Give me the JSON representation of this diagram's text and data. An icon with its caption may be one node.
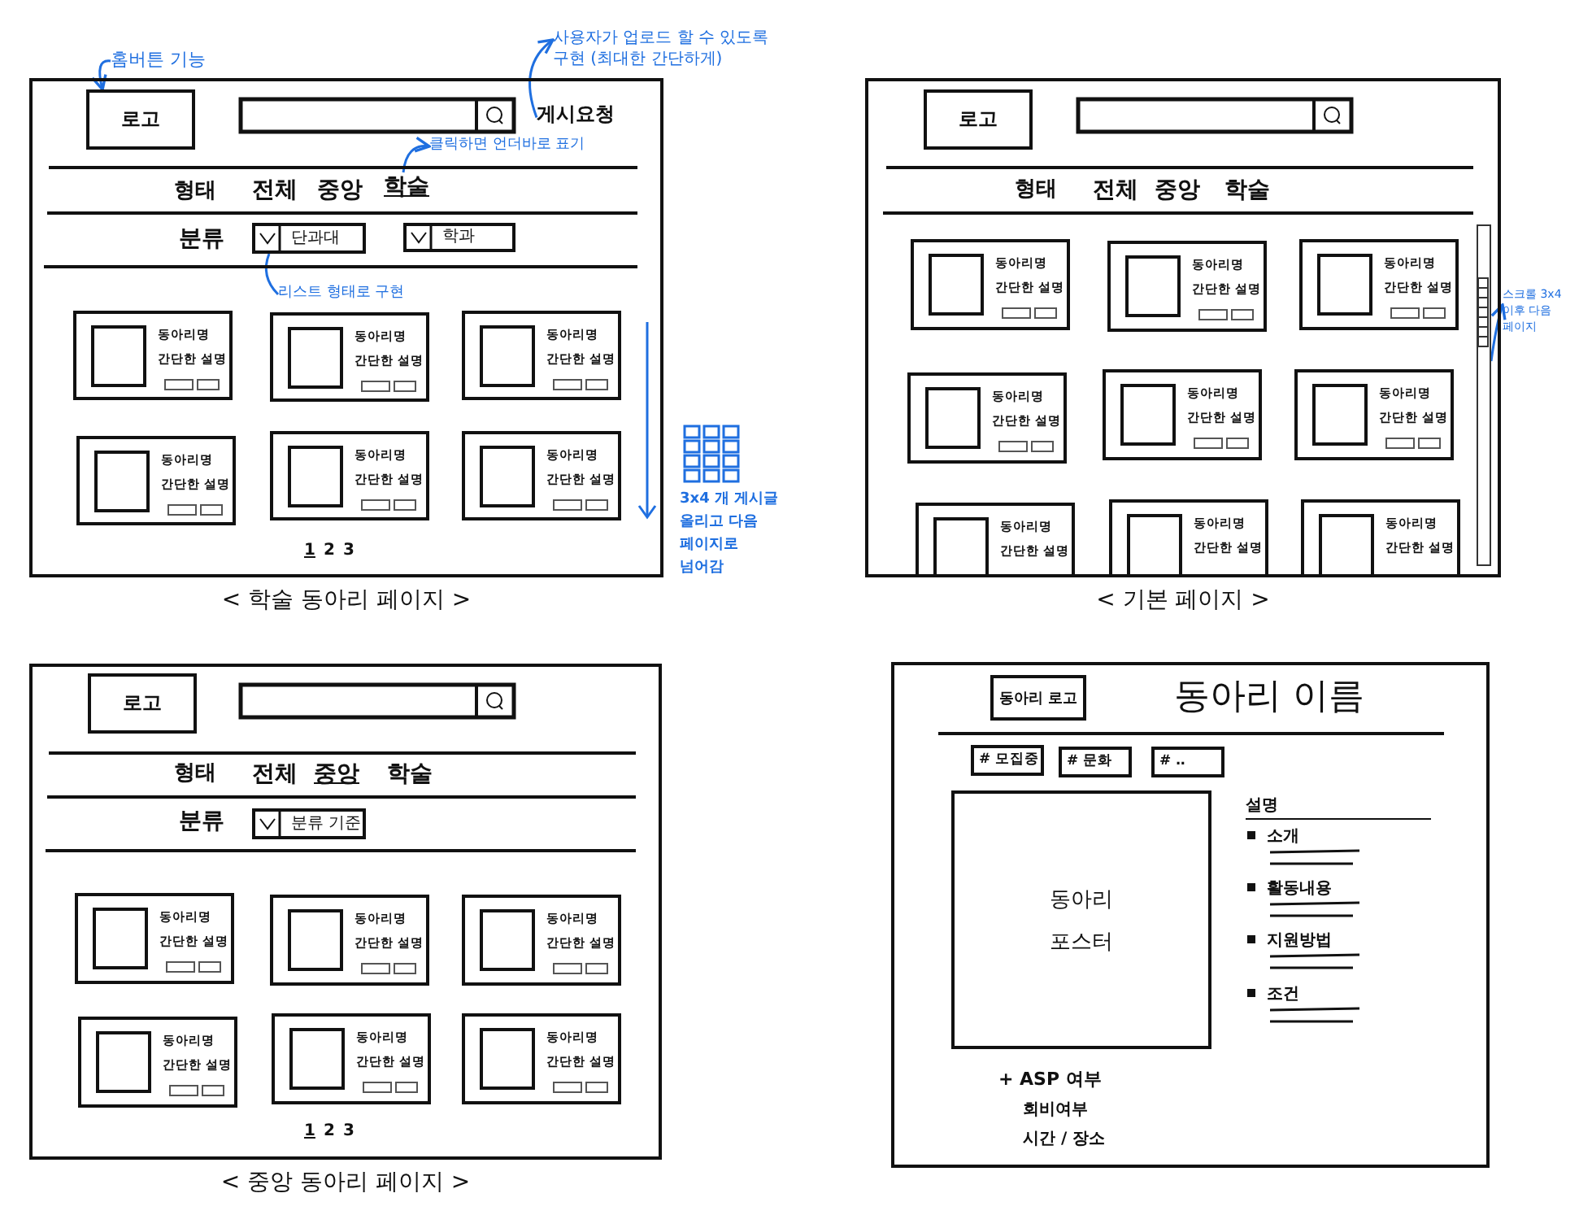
{
  "diagram": {
    "nodes": [
      {
        "text": [
          "< 학술 동아리 페이지 >"
        ]
      },
      {
        "text": [
          "로고"
        ],
        "in": 0
      },
      {
        "text": [
          "게시요청"
        ],
        "in": 0
      },
      {
        "text": [
          "사용자가 업로드 할 수 있도록 구현 (최대한 간단하게)"
        ]
      },
      {
        "text": [
          "홈버튼 기능"
        ]
      },
      {
        "text": [
          "학술"
        ],
        "in": 0
      },
      {
        "text": [
          "클릭하면 언더바로 표기"
        ],
        "in": 0
      },
      {
        "text": [
          "단과대"
        ],
        "in": 0
      },
      {
        "text": [
          "학과"
        ],
        "in": 0
      },
      {
        "text": [
          "리스트 형태로 구현"
        ],
        "in": 0
      },
      {
        "text": [
          "동아리명",
          "간단한 설명"
        ],
        "in": 0
      },
      {
        "text": [
          "동아리명",
          "간단한 설명"
        ],
        "in": 0
      },
      {
        "text": [
          "동아리명",
          "간단한 설명"
        ],
        "in": 0
      },
      {
        "text": [
          "동아리명",
          "간단한 설명"
        ],
        "in": 0
      },
      {
        "text": [
          "동아리명",
          "간단한 설명"
        ],
        "in": 0
      },
      {
        "text": [
          "동아리명",
          "간단한 설명"
        ],
        "in": 0
      },
      {
        "text": [
          "< 기본 페이지 >"
        ]
      },
      {
        "text": [
          "로고"
        ],
        "in": 16
      },
      {
        "text": [
          "동아리명",
          "간단한 설명"
        ],
        "in": 16
      },
      {
        "text": [
          "동아리명",
          "간단한 설명"
        ],
        "in": 16
      },
      {
        "text": [
          "동아리명",
          "간단한 설명"
        ],
        "in": 16
      },
      {
        "text": [
          "동아리명",
          "간단한 설명"
        ],
        "in": 16
      },
      {
        "text": [
          "동아리명",
          "간단한 설명"
        ],
        "in": 16
      },
      {
        "text": [
          "동아리명",
          "간단한 설명"
        ],
        "in": 16
      },
      {
        "text": [
          "동아리명",
          "간단한 설명"
        ],
        "in": 16
      },
      {
        "text": [
          "동아리명",
          "간단한 설명"
        ],
        "in": 16
      },
      {
        "text": [
          "동아리명",
          "간단한 설명"
        ],
        "in": 16
      },
      {
        "text": [],
        "shape": "bar",
        "in": 16
      },
      {
        "text": [
          "스크롤 3x4 이후 다음 페이지"
        ]
      },
      {
        "text": [
          "< 중앙 동아리 페이지 >"
        ]
      },
      {
        "text": [
          "로고"
        ],
        "in": 29
      },
      {
        "text": [
          "분류 기준"
        ],
        "in": 29
      },
      {
        "text": [
          "동아리명",
          "간단한 설명"
        ],
        "in": 29
      },
      {
        "text": [
          "동아리명",
          "간단한 설명"
        ],
        "in": 29
      },
      {
        "text": [
          "동아리명",
          "간단한 설명"
        ],
        "in": 29
      },
      {
        "text": [
          "동아리명",
          "간단한 설명"
        ],
        "in": 29
      },
      {
        "text": [
          "동아리명",
          "간단한 설명"
        ],
        "in": 29
      },
      {
        "text": [
          "동아리명",
          "간단한 설명"
        ],
        "in": 29
      },
      {
        "text": [],
        "shape": "box"
      },
      {
        "text": [
          "동아리 로고"
        ],
        "in": 38
      },
      {
        "text": [
          "# 모집중"
        ],
        "in": 38
      },
      {
        "text": [
          "# 문화"
        ],
        "in": 38
      },
      {
        "text": [
          "# ‥"
        ],
        "in": 38
      },
      {
        "text": [
          "동아리 포스터"
        ],
        "in": 38
      }
    ],
    "edges": [
      {
        "from": 4,
        "to": 1,
        "arrow": "to"
      },
      {
        "from": 2,
        "to": 3,
        "arrow": "to"
      },
      {
        "from": 5,
        "to": 6,
        "arrow": "to"
      },
      {
        "from": 7,
        "to": 9,
        "arrow": "none"
      },
      {
        "from": 27,
        "to": 28,
        "arrow": "to"
      }
    ],
    "labels": [
      "형태",
      "전체",
      "중앙",
      "분류",
      "1",
      "2",
      "3",
      "3x4 개 게시글 올리고 다음 페이지로 넘어감",
      "형태",
      "전체",
      "중앙",
      "학술",
      "형태",
      "전체",
      "중앙",
      "학술",
      "분류",
      "1",
      "2",
      "3",
      "동아리 이름",
      "설명",
      "소개",
      "활동내용",
      "지원방법",
      "조건",
      "+ ASP 여부",
      "회비여부",
      "시간 / 장소"
    ]
  }
}
